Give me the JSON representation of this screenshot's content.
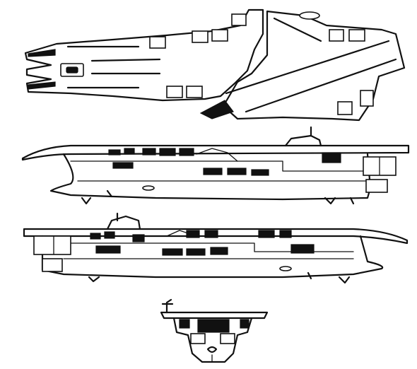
{
  "drawing": {
    "style": "monochrome line art",
    "ink_color": "#111111",
    "paper_color": "#ffffff",
    "views": [
      {
        "id": "plan-view",
        "view": "top"
      },
      {
        "id": "starboard-profile",
        "view": "side"
      },
      {
        "id": "port-profile",
        "view": "side"
      },
      {
        "id": "bow-view",
        "view": "front"
      }
    ]
  }
}
